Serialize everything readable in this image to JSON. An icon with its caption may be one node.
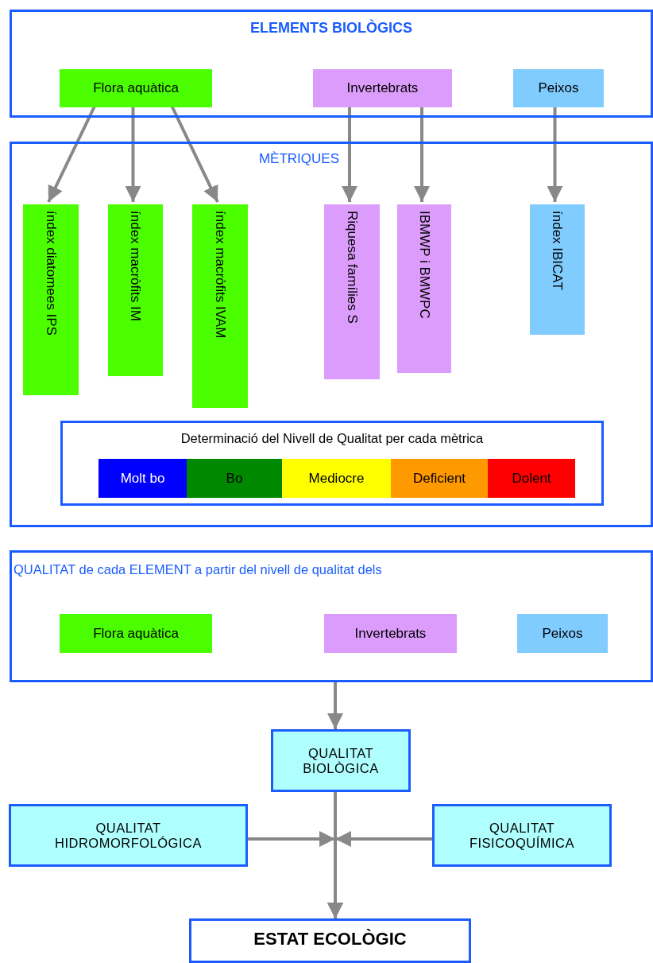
{
  "diagram": {
    "nodes": [
      {
        "text": [
          "ELEMENTS BIOLÒGICS"
        ]
      },
      {
        "text": [
          "Flora aquàtica"
        ],
        "in": 0
      },
      {
        "text": [
          "Invertebrats"
        ],
        "in": 0
      },
      {
        "text": [
          "Peixos"
        ],
        "in": 0
      },
      {
        "text": [
          "MÈTRIQUES"
        ]
      },
      {
        "text": [
          "índex diatomees IPS"
        ],
        "in": 4
      },
      {
        "text": [
          "índex macròfits IM"
        ],
        "in": 4
      },
      {
        "text": [
          "índex macròfits IVAM"
        ],
        "in": 4
      },
      {
        "text": [
          "Riquesa famílies S"
        ],
        "in": 4
      },
      {
        "text": [
          "IBMWP i BMWPC"
        ],
        "in": 4
      },
      {
        "text": [
          "índex IBICAT"
        ],
        "in": 4
      },
      {
        "text": [
          "Determinació del Nivell de Qualitat per cada mètrica"
        ],
        "in": 4
      },
      {
        "text": [
          "Molt bo"
        ],
        "in": 11
      },
      {
        "text": [
          "Bo"
        ],
        "in": 11
      },
      {
        "text": [
          "Mediocre"
        ],
        "in": 11
      },
      {
        "text": [
          "Deficient"
        ],
        "in": 11
      },
      {
        "text": [
          "Dolent"
        ],
        "in": 11
      },
      {
        "text": [
          "QUALITAT de cada ELEMENT a partir del nivell de qualitat dels"
        ]
      },
      {
        "text": [
          "Flora aquàtica"
        ],
        "in": 17
      },
      {
        "text": [
          "Invertebrats"
        ],
        "in": 17
      },
      {
        "text": [
          "Peixos"
        ],
        "in": 17
      },
      {
        "text": [
          "QUALITAT BIOLÒGICA"
        ]
      },
      {
        "text": [
          "QUALITAT HIDROMORFOLÓGICA"
        ]
      },
      {
        "text": [
          "QUALITAT FISICOQUÍMICA"
        ]
      },
      {
        "text": [
          "ESTAT ECOLÒGIC"
        ]
      }
    ],
    "edges": [
      {
        "from": 1,
        "to": 5,
        "arrow": "to"
      },
      {
        "from": 1,
        "to": 6,
        "arrow": "to"
      },
      {
        "from": 1,
        "to": 7,
        "arrow": "to"
      },
      {
        "from": 2,
        "to": 8,
        "arrow": "to"
      },
      {
        "from": 2,
        "to": 9,
        "arrow": "to"
      },
      {
        "from": 3,
        "to": 10,
        "arrow": "to"
      },
      {
        "from": 17,
        "to": 21,
        "arrow": "to"
      },
      {
        "from": 21,
        "to": 24,
        "arrow": "to"
      },
      {
        "from": 22,
        "to": 24,
        "arrow": "to"
      },
      {
        "from": 23,
        "to": 24,
        "arrow": "to"
      }
    ]
  }
}
